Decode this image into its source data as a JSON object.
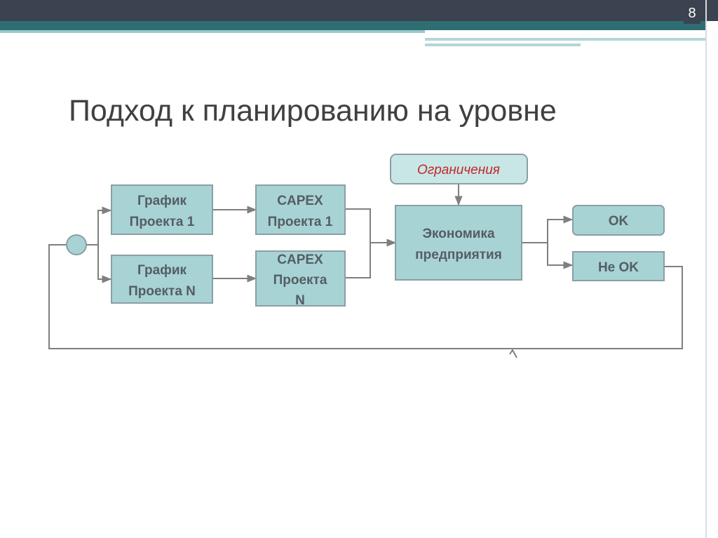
{
  "slide": {
    "page_number": "8",
    "title": "Подход к планированию на уровне"
  },
  "diagram": {
    "constraints": "Ограничения",
    "schedule_1": [
      "График",
      "Проекта 1"
    ],
    "capex_1": [
      "CAPEX",
      "Проекта 1"
    ],
    "schedule_n": [
      "График",
      "Проекта N"
    ],
    "capex_n": [
      "CAPEX",
      "Проекта",
      "N"
    ],
    "economics": [
      "Экономика",
      "предприятия"
    ],
    "ok": "OK",
    "not_ok": "Не OK"
  },
  "colors": {
    "box_fill": "#a7d3d5",
    "constraints_text": "#c0272d",
    "header_dark": "#3b4350",
    "header_teal": "#2e6e73"
  }
}
